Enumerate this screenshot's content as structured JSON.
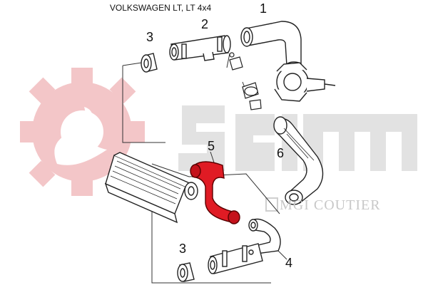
{
  "title": "VOLKSWAGEN LT, LT 4x4",
  "brand": {
    "logo_text": "seim",
    "subtitle": "MGI COUTIER",
    "logo_color": "#f3c6c8",
    "word_color": "#e0e0e0"
  },
  "callouts": [
    "1",
    "2",
    "3",
    "5",
    "6",
    "3",
    "4"
  ],
  "highlight_color": "#e01b24",
  "line_color": "#222222"
}
